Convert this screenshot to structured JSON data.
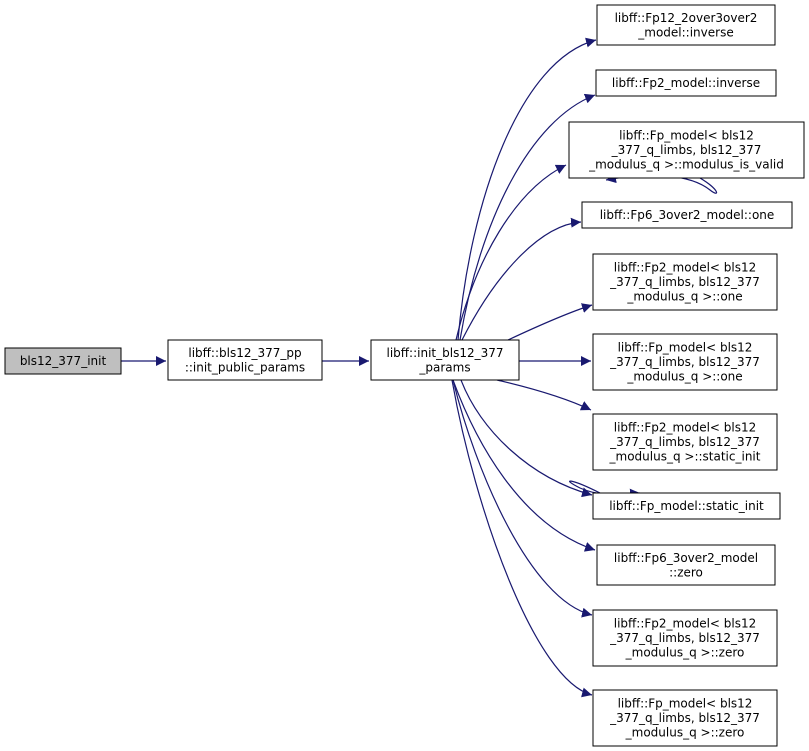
{
  "colors": {
    "edge": "#191970",
    "node_border": "#000000",
    "node_fill": "#ffffff",
    "root_fill": "#bfbfbf"
  },
  "nodes": [
    {
      "id": "n0",
      "lines": [
        "bls12_377_init"
      ],
      "root": true
    },
    {
      "id": "n1",
      "lines": [
        "libff::bls12_377_pp",
        "::init_public_params"
      ]
    },
    {
      "id": "n2",
      "lines": [
        "libff::init_bls12_377",
        "_params"
      ]
    },
    {
      "id": "n3",
      "lines": [
        "libff::Fp12_2over3over2",
        "_model::inverse"
      ]
    },
    {
      "id": "n4",
      "lines": [
        "libff::Fp2_model::inverse"
      ]
    },
    {
      "id": "n5",
      "lines": [
        "libff::Fp_model< bls12",
        "_377_q_limbs, bls12_377",
        "_modulus_q >::modulus_is_valid"
      ]
    },
    {
      "id": "n6",
      "lines": [
        "libff::Fp6_3over2_model::one"
      ]
    },
    {
      "id": "n7",
      "lines": [
        "libff::Fp2_model< bls12",
        "_377_q_limbs, bls12_377",
        "_modulus_q >::one"
      ]
    },
    {
      "id": "n8",
      "lines": [
        "libff::Fp_model< bls12",
        "_377_q_limbs, bls12_377",
        "_modulus_q >::one"
      ]
    },
    {
      "id": "n9",
      "lines": [
        "libff::Fp2_model< bls12",
        "_377_q_limbs, bls12_377",
        "_modulus_q >::static_init"
      ]
    },
    {
      "id": "n10",
      "lines": [
        "libff::Fp_model::static_init"
      ]
    },
    {
      "id": "n11",
      "lines": [
        "libff::Fp6_3over2_model",
        "::zero"
      ]
    },
    {
      "id": "n12",
      "lines": [
        "libff::Fp2_model< bls12",
        "_377_q_limbs, bls12_377",
        "_modulus_q >::zero"
      ]
    },
    {
      "id": "n13",
      "lines": [
        "libff::Fp_model< bls12",
        "_377_q_limbs, bls12_377",
        "_modulus_q >::zero"
      ]
    }
  ],
  "edges": [
    {
      "from": "n0",
      "to": "n1"
    },
    {
      "from": "n1",
      "to": "n2"
    },
    {
      "from": "n2",
      "to": "n3"
    },
    {
      "from": "n2",
      "to": "n4"
    },
    {
      "from": "n2",
      "to": "n5"
    },
    {
      "from": "n2",
      "to": "n6"
    },
    {
      "from": "n2",
      "to": "n7"
    },
    {
      "from": "n2",
      "to": "n8"
    },
    {
      "from": "n2",
      "to": "n9"
    },
    {
      "from": "n2",
      "to": "n10"
    },
    {
      "from": "n2",
      "to": "n11"
    },
    {
      "from": "n2",
      "to": "n12"
    },
    {
      "from": "n2",
      "to": "n13"
    },
    {
      "from": "n5",
      "to": "n5"
    },
    {
      "from": "n10",
      "to": "n10"
    }
  ]
}
